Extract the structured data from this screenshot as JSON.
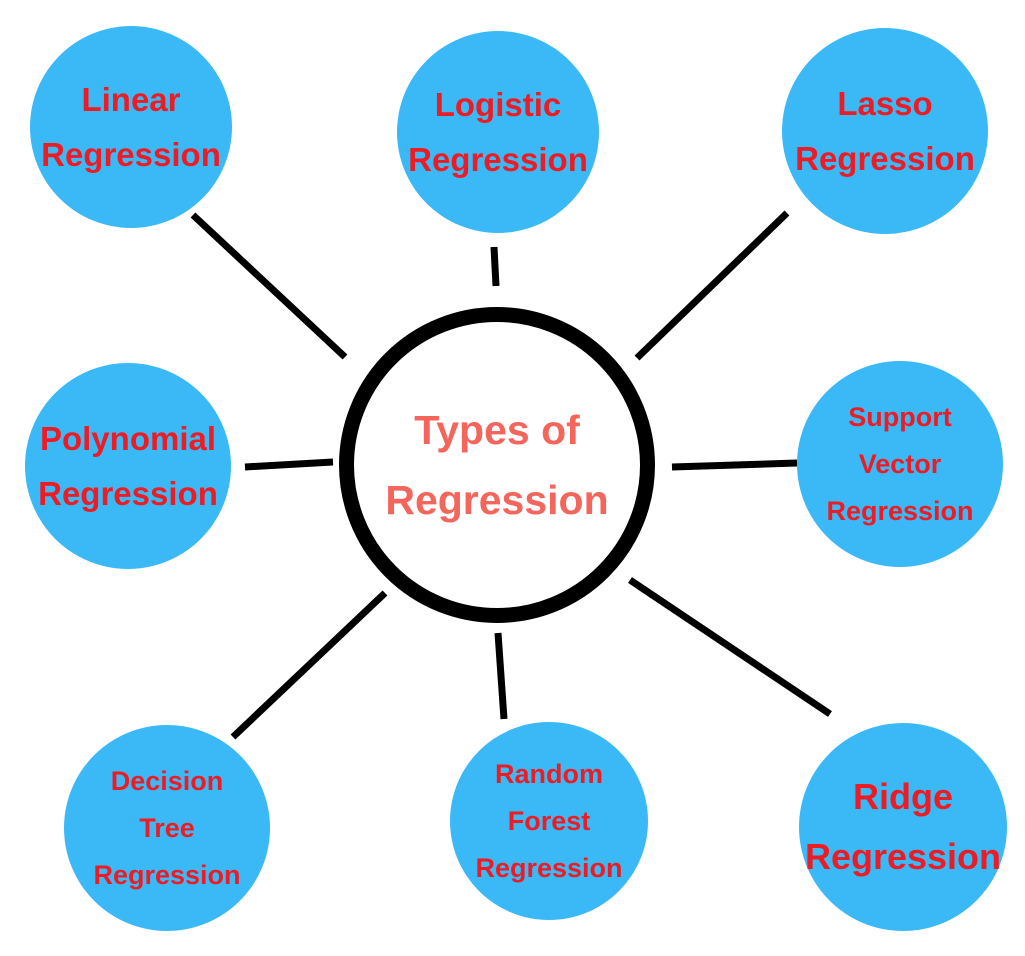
{
  "diagram": {
    "title": "Types of Regression",
    "type": "radial-mind-map"
  },
  "colors": {
    "background": "#ffffff",
    "node_fill": "#3bb9f6",
    "node_text": "#ed1c24",
    "center_text": "#f4655c",
    "line": "#000000"
  },
  "center": {
    "lines": [
      "Types of",
      "Regression"
    ]
  },
  "nodes": [
    {
      "id": "linear-regression",
      "lines": [
        "Linear",
        "Regression"
      ]
    },
    {
      "id": "logistic-regression",
      "lines": [
        "Logistic",
        "Regression"
      ]
    },
    {
      "id": "lasso-regression",
      "lines": [
        "Lasso",
        "Regression"
      ]
    },
    {
      "id": "polynomial-regression",
      "lines": [
        "Polynomial",
        "Regression"
      ]
    },
    {
      "id": "support-vector-regression",
      "lines": [
        "Support",
        "Vector",
        "Regression"
      ]
    },
    {
      "id": "decision-tree-regression",
      "lines": [
        "Decision",
        "Tree",
        "Regression"
      ]
    },
    {
      "id": "random-forest-regression",
      "lines": [
        "Random",
        "Forest",
        "Regression"
      ]
    },
    {
      "id": "ridge-regression",
      "lines": [
        "Ridge",
        "Regression"
      ]
    }
  ]
}
